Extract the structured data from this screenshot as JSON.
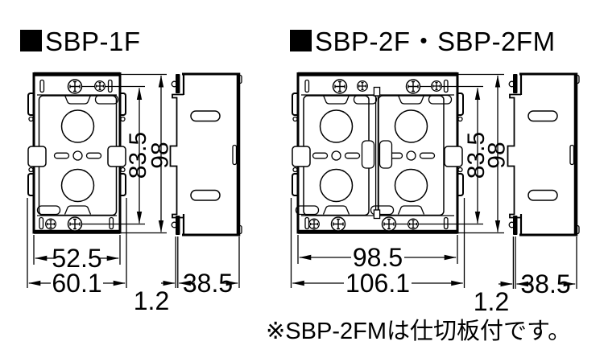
{
  "colors": {
    "ink": "#000000",
    "background": "#ffffff"
  },
  "figures": {
    "left": {
      "title": "SBP-1F",
      "dims": {
        "inner_height": "83.5",
        "outer_height": "98",
        "inner_width": "52.5",
        "outer_width": "60.1",
        "depth": "38.5",
        "thickness": "1.2"
      }
    },
    "right": {
      "title": "SBP-2F・SBP-2FM",
      "dims": {
        "inner_height": "83.5",
        "outer_height": "98",
        "inner_width": "98.5",
        "outer_width": "106.1",
        "depth": "38.5",
        "thickness": "1.2"
      }
    }
  },
  "note": "※SBP-2FMは仕切板付です。"
}
